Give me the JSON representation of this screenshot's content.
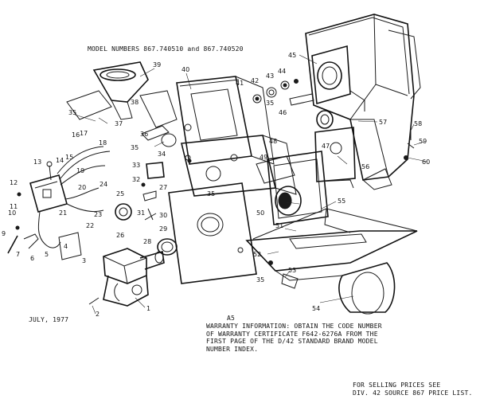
{
  "header": {
    "model_numbers": "MODEL NUMBERS  867.740510 and 867.740520"
  },
  "footer": {
    "date": "JULY, 1977",
    "page_code": "A5",
    "warranty_lines": [
      "WARRANTY INFORMATION:  OBTAIN THE CODE NUMBER",
      "OF WARRANTY CERTIFICATE F642-6276A FROM THE",
      "FIRST PAGE OF THE D/42 STANDARD BRAND MODEL",
      "NUMBER INDEX."
    ],
    "price_lines": [
      "FOR SELLING PRICES SEE",
      "DIV. 42 SOURCE 867 PRICE LIST."
    ]
  },
  "callouts": [
    "1",
    "2",
    "3",
    "4",
    "5",
    "6",
    "7",
    "9",
    "10",
    "11",
    "12",
    "13",
    "14",
    "15",
    "16",
    "17",
    "18",
    "19",
    "20",
    "21",
    "22",
    "23",
    "24",
    "25",
    "26",
    "27",
    "28",
    "29",
    "30",
    "31",
    "32",
    "33",
    "34",
    "35",
    "36",
    "37",
    "38",
    "39",
    "40",
    "41",
    "42",
    "43",
    "44",
    "45",
    "46",
    "47",
    "48",
    "49",
    "50",
    "51",
    "52",
    "53",
    "54",
    "55",
    "56",
    "57",
    "58",
    "59",
    "60"
  ],
  "colors": {
    "ink": "#111111",
    "paper": "#ffffff"
  }
}
